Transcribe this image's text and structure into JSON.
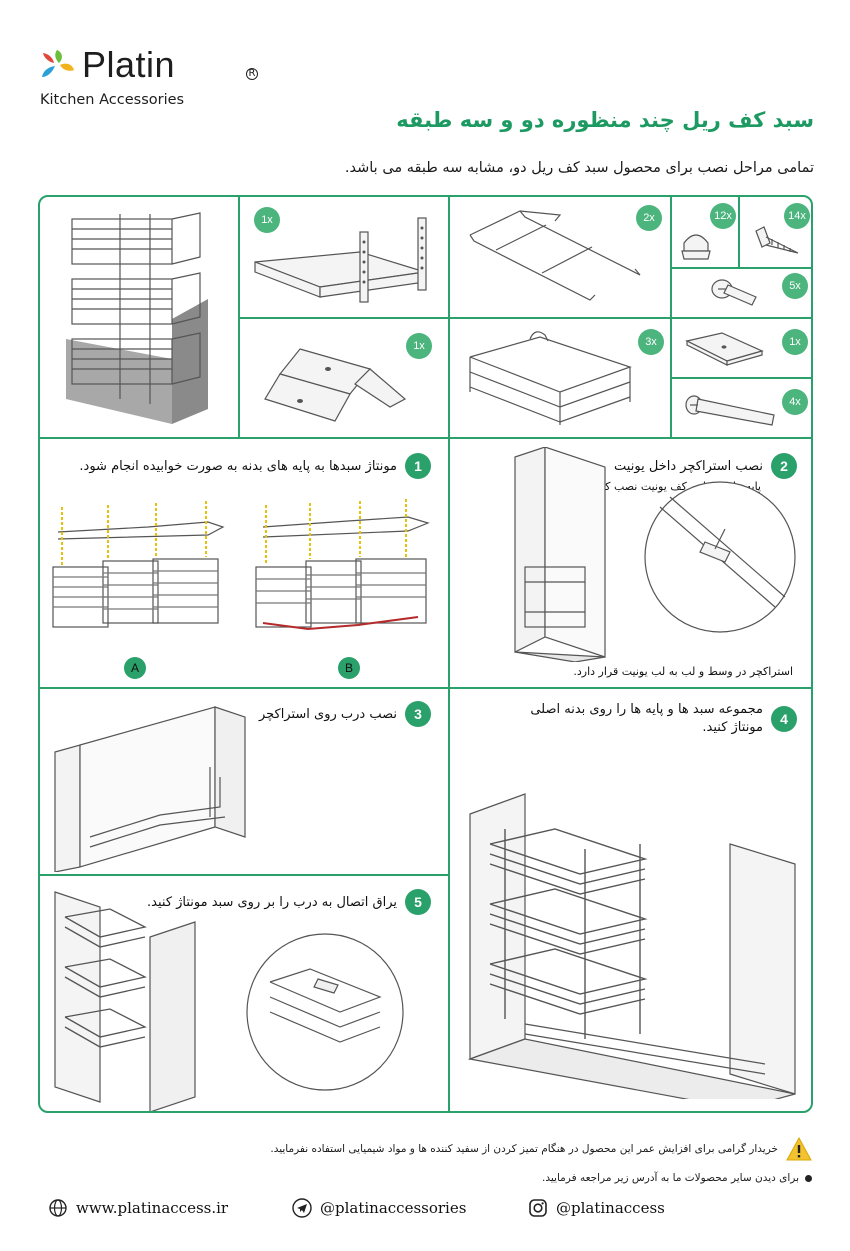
{
  "brand": {
    "name": "Platin",
    "registered": "R",
    "tagline": "Kitchen Accessories"
  },
  "title": "سبد کف ریل چند منظوره دو و سه طبقه",
  "subtitle": "تمامی مراحل نصب برای محصول سبد کف ریل دو، مشابه سه طبقه می باشد.",
  "parts": [
    {
      "id": "frame-stand",
      "qty": "1x"
    },
    {
      "id": "top-rail",
      "qty": "2x"
    },
    {
      "id": "cap-nut",
      "qty": "12x"
    },
    {
      "id": "screw",
      "qty": "14x"
    },
    {
      "id": "bolt",
      "qty": "5x"
    },
    {
      "id": "bracket",
      "qty": "1x"
    },
    {
      "id": "basket",
      "qty": "3x"
    },
    {
      "id": "plate",
      "qty": "1x"
    },
    {
      "id": "long-bolt",
      "qty": "4x"
    }
  ],
  "steps": [
    {
      "num": "1",
      "text": "مونتاژ سبدها به پایه های بدنه به صورت خوابیده انجام شود."
    },
    {
      "num": "2",
      "text": "نصب استراکچر داخل یونیت",
      "note1": "پایه های L را به کف یونیت نصب کنید.",
      "note2": "استراکچر در وسط و لب به لب یونیت قرار دارد."
    },
    {
      "num": "3",
      "text": "نصب درب روی استراکچر"
    },
    {
      "num": "4",
      "text": "مجموعه سبد ها و پایه ها را روی بدنه اصلی مونتاژ کنید."
    },
    {
      "num": "5",
      "text": "یراق اتصال به درب را بر روی سبد مونتاژ کنید."
    }
  ],
  "variants": {
    "a": "A",
    "b": "B"
  },
  "notices": {
    "warning": "خریدار گرامی برای افزایش عمر این محصول در هنگام تمیز کردن از سفید کننده ها و مواد شیمیایی استفاده نفرمایید.",
    "info": "برای دیدن سایر محصولات ما به آدرس زیر مراجعه فرمایید."
  },
  "footer": {
    "website": "www.platinaccess.ir",
    "telegram": "@platinaccessories",
    "instagram": "@platinaccess"
  },
  "colors": {
    "accent": "#2aa06a",
    "badge": "#4cb47d",
    "warning": "#f2c230"
  }
}
